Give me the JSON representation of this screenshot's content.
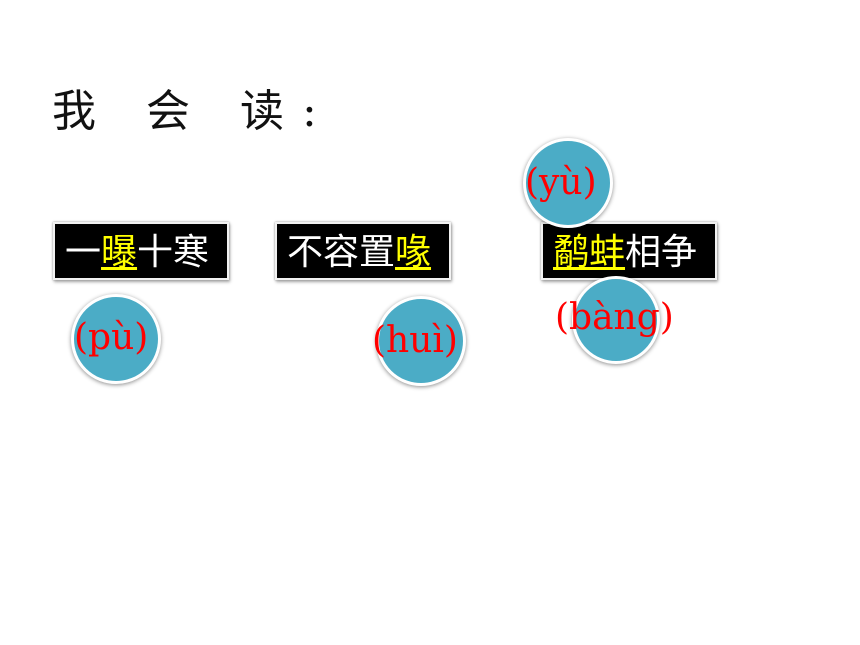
{
  "title": "我 会 读:",
  "phrases": [
    {
      "pre": "一",
      "highlight": "曝",
      "post": "十寒"
    },
    {
      "pre": "不容置",
      "highlight": "喙",
      "post": ""
    },
    {
      "pre": "",
      "highlight": "鹬蚌",
      "post": "相争"
    }
  ],
  "pinyin": {
    "pu": "(pù)",
    "hui": "(huì)",
    "yu": "(yù)",
    "bang": "(bàng)"
  },
  "colors": {
    "bubble": "#4bacc6",
    "pinyin_text": "#ff0000",
    "highlight": "#ffff00",
    "box_bg": "#000000"
  }
}
